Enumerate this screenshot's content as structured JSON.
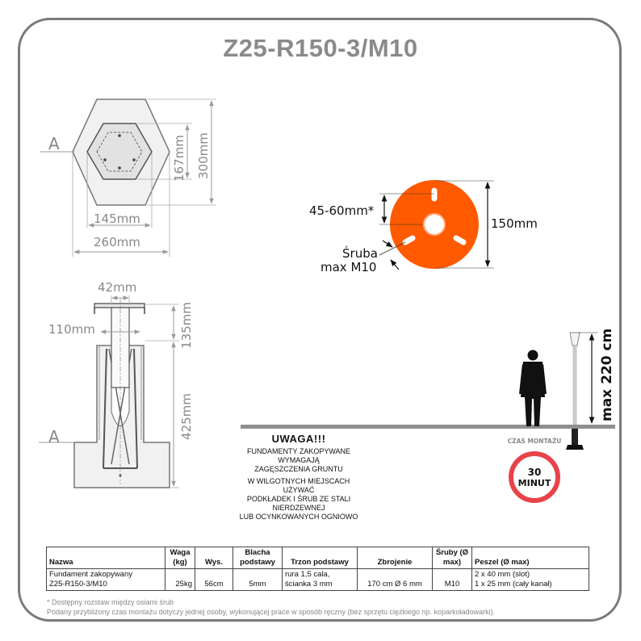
{
  "title": "Z25-R150-3/M10",
  "plan_view": {
    "section_label": "A",
    "dims": {
      "inner_height": "167mm",
      "outer_height": "300mm",
      "inner_width": "145mm",
      "outer_width": "260mm"
    }
  },
  "section_view": {
    "section_label": "A",
    "dims": {
      "tube_width": "42mm",
      "inner_width": "110mm",
      "top_depth": "135mm",
      "total_depth": "425mm"
    }
  },
  "plate": {
    "slot_spacing": "45-60mm*",
    "diameter": "150mm",
    "bolt_label_line1": "Śruba",
    "bolt_label_line2": "max M10",
    "color": "#ff5a00"
  },
  "height_label": "max 220 cm",
  "install": {
    "label": "CZAS MONTAŻU",
    "time_value": "30",
    "time_unit": "MINUT",
    "ring_color": "#e8434a"
  },
  "warning": {
    "title": "UWAGA!!!",
    "lines": [
      "FUNDAMENTY ZAKOPYWANE WYMAGAJĄ",
      "ZAGĘSZCZENIA GRUNTU",
      "W WILGOTNYCH MIEJSCACH UŻYWAĆ",
      "PODKŁADEK I ŚRUB ZE STALI NIERDZEWNEJ",
      "LUB OCYNKOWANYCH OGNIOWO"
    ]
  },
  "table": {
    "headers": [
      "Nazwa",
      "Waga (kg)",
      "Wys.",
      "Blacha podstawy",
      "Trzon podstawy",
      "Zbrojenie",
      "Śruby (Ø max)",
      "Peszel (Ø max)"
    ],
    "row": {
      "name_l1": "Fundament zakopywany",
      "name_l2": "Z25-R150-3/M10",
      "weight": "25kg",
      "height": "56cm",
      "plate": "5mm",
      "shaft_l1": "rura 1,5 cala,",
      "shaft_l2": "ścianka 3 mm",
      "rebar": "170 cm Ø 6 mm",
      "bolts": "M10",
      "conduit_l1": "2 x 40 mm (slot)",
      "conduit_l2": "1 x 25 mm (cały kanał)"
    }
  },
  "footnotes": [
    "* Dostępny rozstaw między osiami śrub",
    "Podany przybliżony czas montażu dotyczy jednej osoby, wykonującej prace w sposób ręczny (bez sprzętu ciężkiego np. koparkoładowarki)."
  ]
}
